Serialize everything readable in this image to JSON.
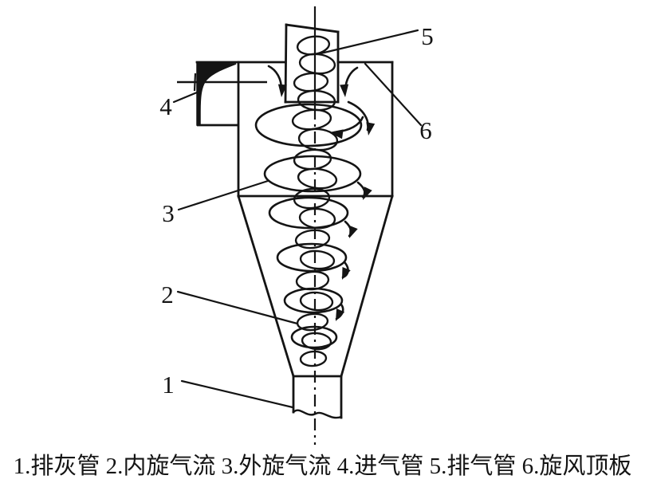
{
  "diagram": {
    "type": "cyclone-separator-schematic",
    "colors": {
      "ink": "#141414",
      "background": "#ffffff"
    },
    "callouts": [
      {
        "number": "1",
        "part": "排灰管"
      },
      {
        "number": "2",
        "part": "内旋气流"
      },
      {
        "number": "3",
        "part": "外旋气流"
      },
      {
        "number": "4",
        "part": "进气管"
      },
      {
        "number": "5",
        "part": "排气管"
      },
      {
        "number": "6",
        "part": "旋风顶板"
      }
    ],
    "caption": "1.排灰管 2.内旋气流 3.外旋气流 4.进气管 5.排气管 6.旋风顶板"
  }
}
